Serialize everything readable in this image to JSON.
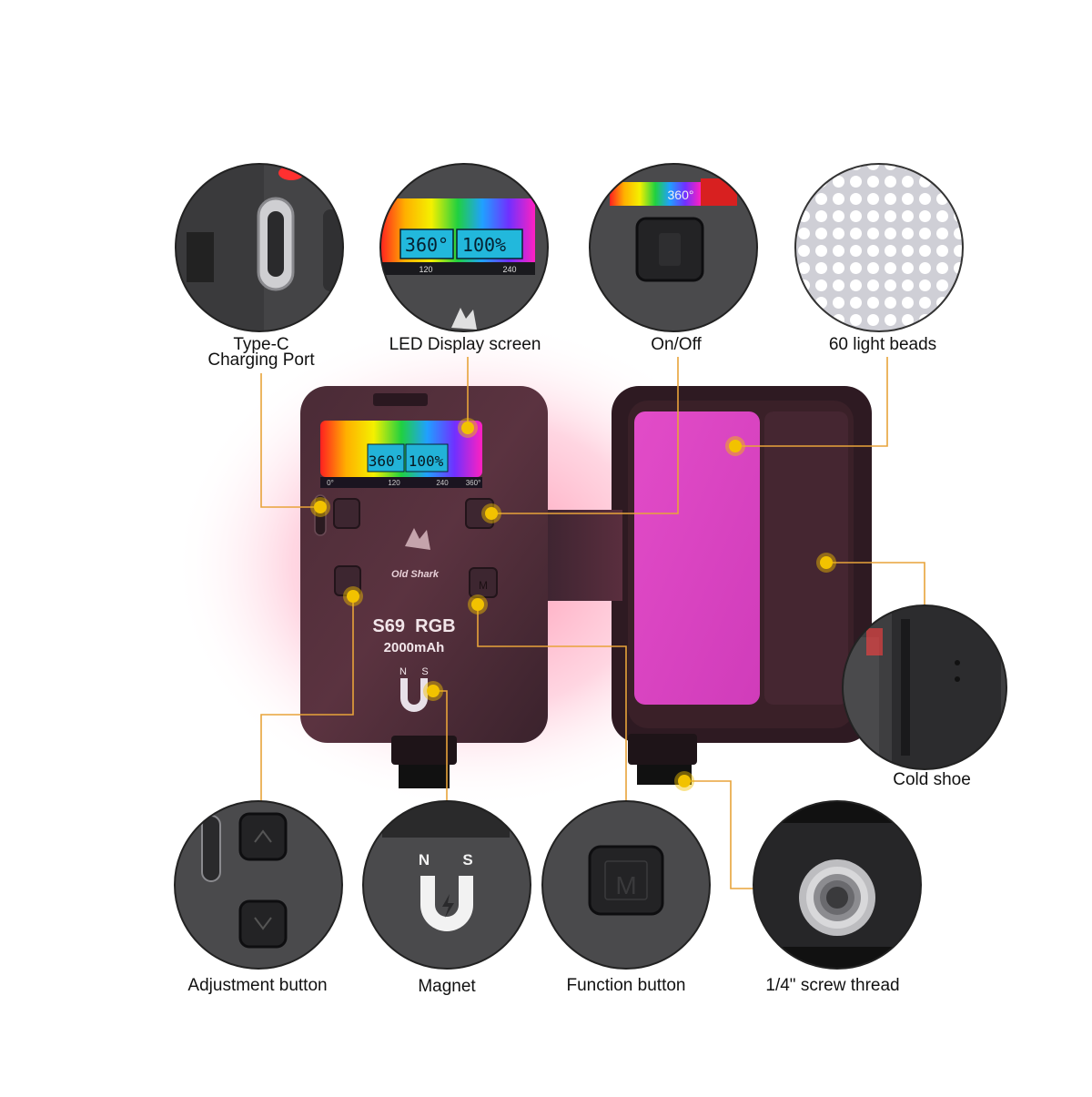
{
  "labels": {
    "type_c_line1": "Type-C",
    "type_c_line2": "Charging Port",
    "led_display": "LED Display screen",
    "on_off": "On/Off",
    "light_beads": "60 light beads",
    "cold_shoe": "Cold shoe",
    "adjustment_button": "Adjustment button",
    "magnet": "Magnet",
    "function_button": "Function button",
    "screw_thread": "1/4\" screw thread"
  },
  "device": {
    "brand": "Old Shark",
    "model": "S69  RGB",
    "capacity": "2000mAh",
    "magnet_n": "N",
    "magnet_s": "S",
    "function_key": "M"
  },
  "lcd": {
    "angle": "360°",
    "brightness": "100%",
    "scale_120": "120",
    "scale_240": "240",
    "scale_360": "360°",
    "scale_0": "0°"
  },
  "colors": {
    "accent_line": "#e8a33a",
    "marker_dot": "#f2c200",
    "panel_pink": "#d940c8",
    "glow_red": "#ff2a55"
  }
}
